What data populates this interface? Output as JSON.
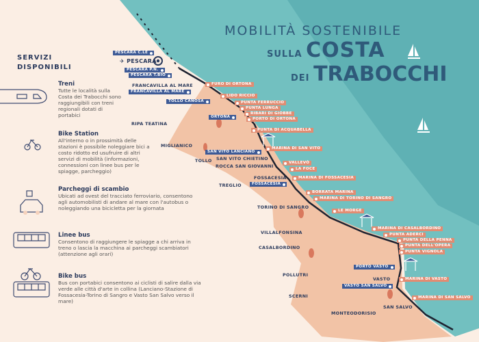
{
  "title": {
    "line1": "MOBILITÀ SOSTENIBILE",
    "line2_small": "SULLA",
    "line2_big": "COSTA",
    "line3_small": "DEI",
    "line3_big": "TRABOCCHI"
  },
  "colors": {
    "sea": "#72c0c0",
    "land": "#f2c3a6",
    "background": "#fbeee4",
    "poi": "#e28c72",
    "station": "#3d5a96",
    "title": "#2f5a7a",
    "railway": "#1e2230"
  },
  "services": {
    "title_line1": "SERVIZI",
    "title_line2": "DISPONIBILI",
    "items": [
      {
        "icon": "train-icon",
        "name": "Treni",
        "text": "Tutte le località sulla Costa dei Trabocchi sono raggiungibili con treni regionali dotati di portabici"
      },
      {
        "icon": "bicycle-icon",
        "name": "Bike Station",
        "text": "All'interno o in prossimità delle stazioni è possibile noleggiare bici a costo ridotto ed usufruire di altri servizi di mobilità (informazioni, connessioni con linee bus per le spiagge, parcheggio)"
      },
      {
        "icon": "car-parking-icon",
        "name": "Parcheggi di scambio",
        "text": "Ubicati ad ovest del tracciato ferroviario, consentono agli automobilisti di andare al mare con l'autobus o noleggiando una bicicletta per la giornata"
      },
      {
        "icon": "bus-icon",
        "name": "Linee bus",
        "text": "Consentono di raggiungere le spiagge a chi arriva in treno o lascia la macchina ai parcheggi scambiatori (attenzione agli orari)"
      },
      {
        "icon": "bike-bus-icon",
        "name": "Bike bus",
        "text": "Bus con portabici consentono ai ciclisti di salire dalla via verde alle città d'arte in collina (Lanciano-Stazione di Fossacesia-Torino di Sangro e Vasto San Salvo verso il mare)"
      }
    ]
  },
  "map": {
    "pois": [
      "FURO DI ORTONA",
      "LIDO RICCIO",
      "PUNTA FERRUCCIO",
      "PUNTA LUNGA",
      "RIBARI DI GIOBBE",
      "PORTO DI ORTONA",
      "PUNTA DI ACQUABELLA",
      "MARINA DI SAN VITO",
      "VALLEVÒ",
      "LA FOCE",
      "MARINA DI FOSSACESIA",
      "BORRATA MARINA",
      "MARINA DI TORINO DI SANGRO",
      "LE MORGE",
      "MARINA DI CASALBORDINO",
      "PUNTA ADERCI",
      "PUNTA DELLA PENNA",
      "PUNTA DELL'OPERA",
      "PUNTA VIGNOLA",
      "MARINA DI VASTO",
      "MARINA DI SAN SALVO"
    ],
    "stations": [
      "PESCARA C.LE",
      "PESCARA P.N.",
      "PESCARA T.BIO",
      "FRANCAVILLA AL MARE",
      "TOLLO CANOSA",
      "ORTONA",
      "SAN VITO LANCIANO",
      "FOSSACESIA",
      "PORTO VASTO",
      "VASTO SAN SALVO"
    ],
    "airport": "PESCARA",
    "towns": [
      "FRANCAVILLA AL MARE",
      "RIPA TEATINA",
      "MIGLIANICO",
      "TOLLO",
      "SAN VITO CHIETINO",
      "ROCCA SAN GIOVANNI",
      "TREGLIO",
      "FOSSACESIA",
      "TORINO DI SANGRO",
      "VILLALFONSINA",
      "CASALBORDINO",
      "POLLUTRI",
      "VASTO",
      "SCERNI",
      "SAN SALVO",
      "MONTEODORISIO"
    ]
  }
}
